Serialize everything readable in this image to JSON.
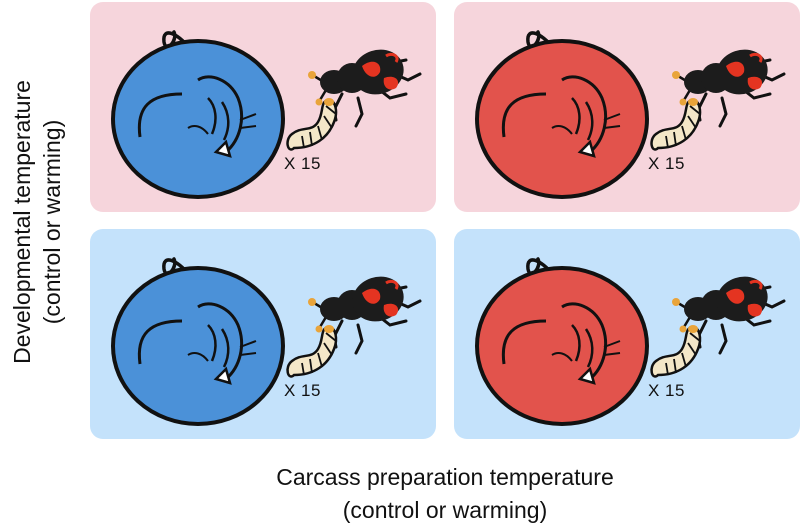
{
  "axes": {
    "y_label_line1": "Developmental temperature",
    "y_label_line2": "(control or warming)",
    "x_label_line1": "Carcass preparation temperature",
    "x_label_line2": "(control or warming)"
  },
  "colors": {
    "row_warming_bg": "#f6d5dc",
    "row_control_bg": "#c4e2fb",
    "mouse_control": "#4b91d8",
    "mouse_warming": "#e2534c",
    "beetle_body": "#1c1c1c",
    "beetle_marking": "#e43421",
    "larva": "#f4e7c8"
  },
  "panels": [
    {
      "row": "top",
      "col": "left",
      "background": "row_warming_bg",
      "mouse": "mouse_control",
      "count_label": "X 15"
    },
    {
      "row": "top",
      "col": "right",
      "background": "row_warming_bg",
      "mouse": "mouse_warming",
      "count_label": "X 15"
    },
    {
      "row": "bottom",
      "col": "left",
      "background": "row_control_bg",
      "mouse": "mouse_control",
      "count_label": "X 15"
    },
    {
      "row": "bottom",
      "col": "right",
      "background": "row_control_bg",
      "mouse": "mouse_warming",
      "count_label": "X 15"
    }
  ]
}
